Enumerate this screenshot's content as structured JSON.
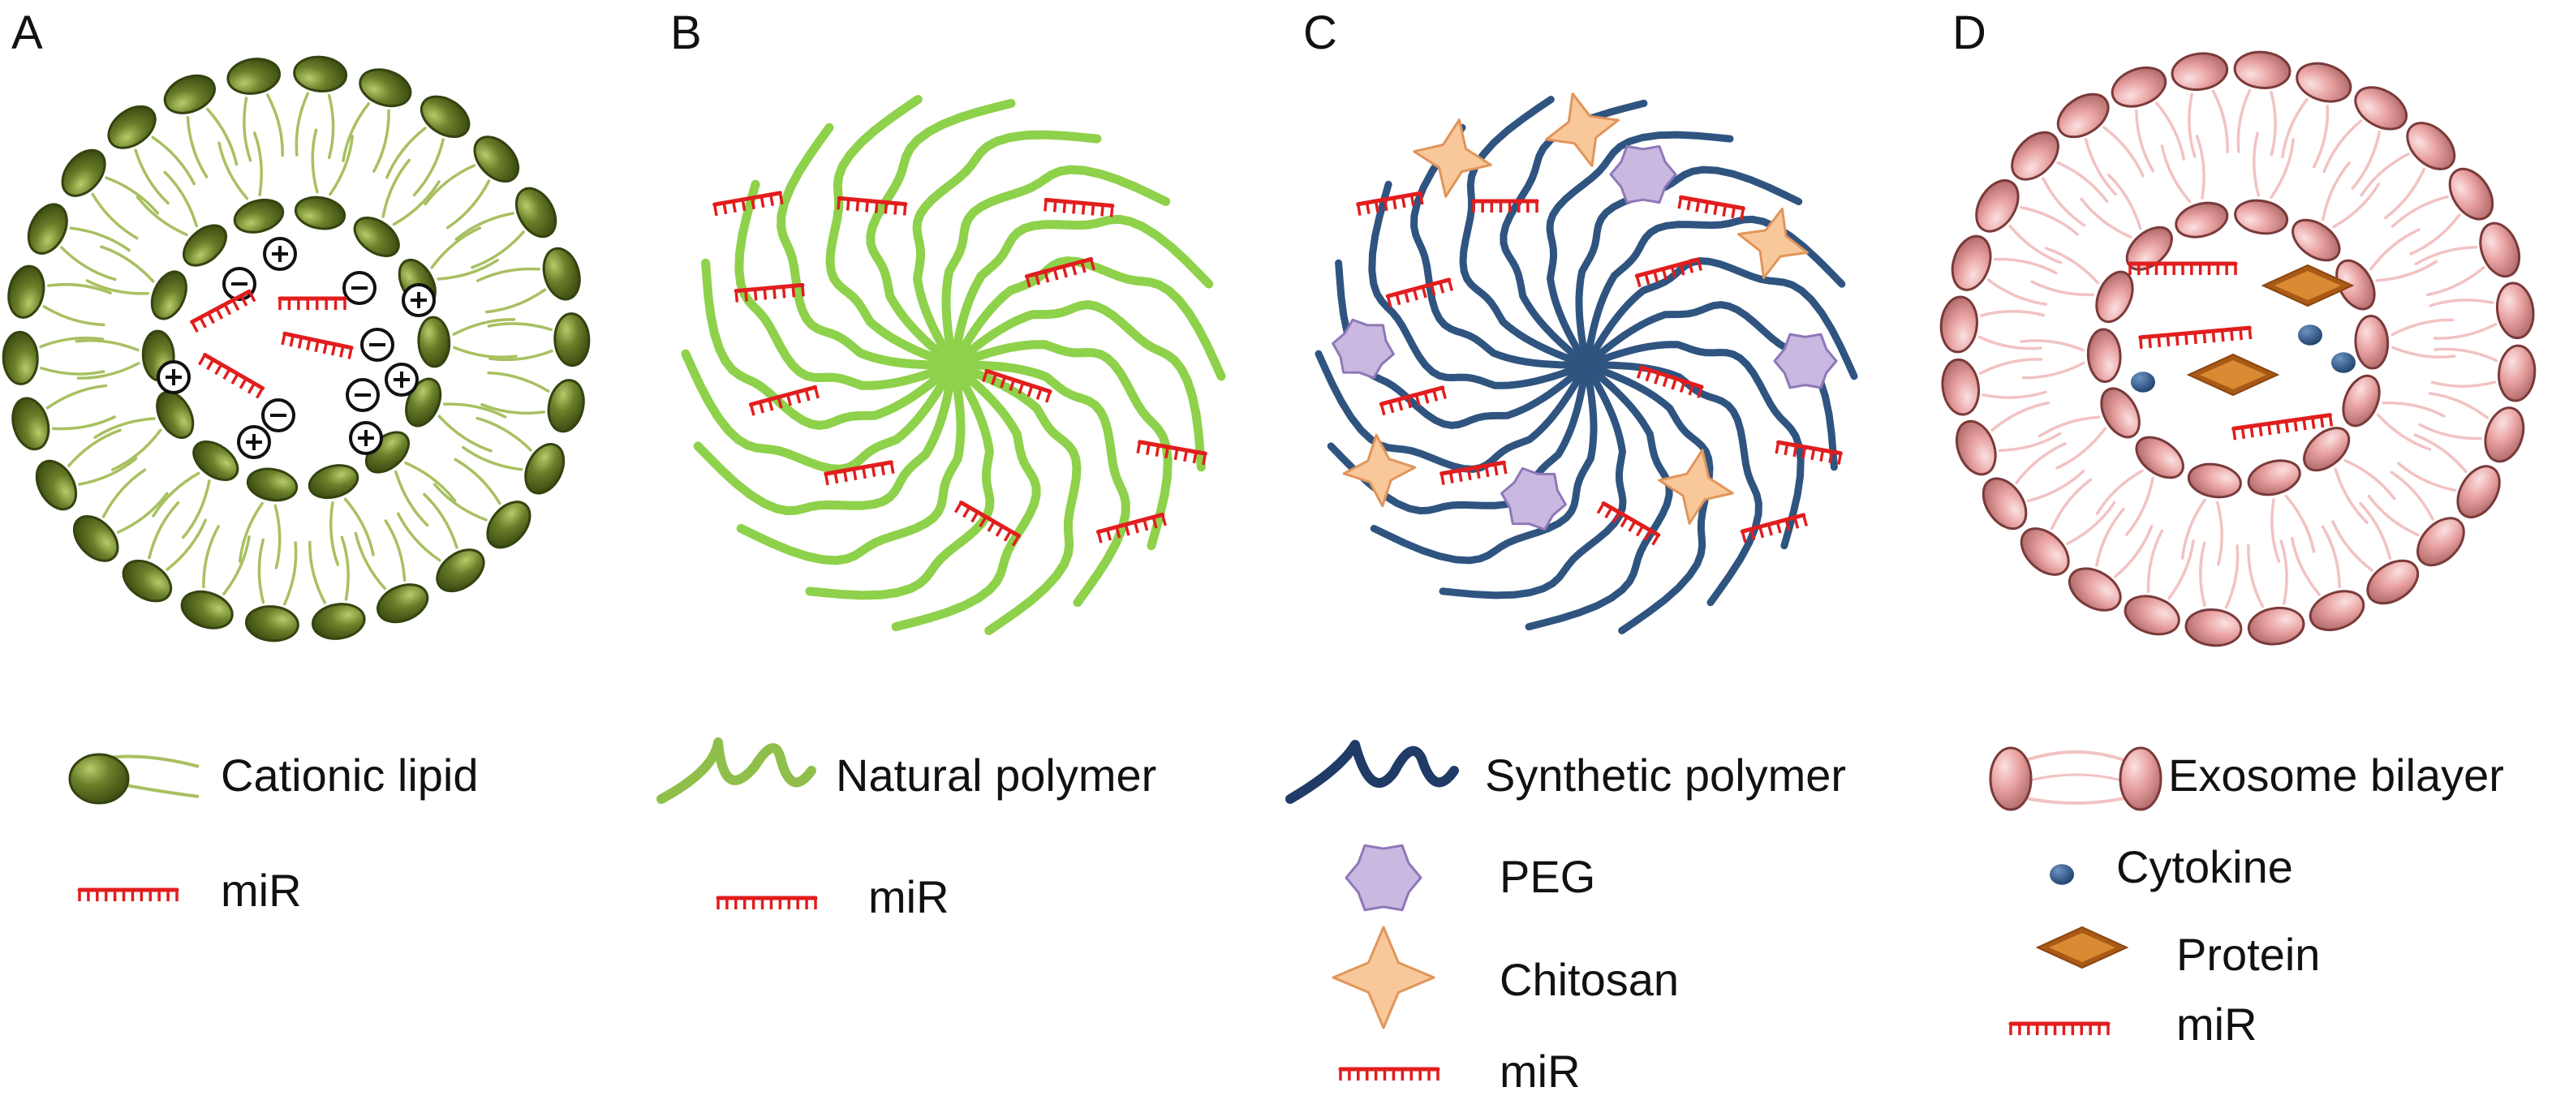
{
  "panels": [
    {
      "letter": "A",
      "legend": [
        {
          "icon": "cationic-lipid-icon",
          "label": "Cationic lipid"
        },
        {
          "icon": "mir-icon",
          "label": "miR"
        }
      ]
    },
    {
      "letter": "B",
      "legend": [
        {
          "icon": "natural-polymer-icon",
          "label": "Natural polymer"
        },
        {
          "icon": "mir-icon",
          "label": "miR"
        }
      ]
    },
    {
      "letter": "C",
      "legend": [
        {
          "icon": "synthetic-polymer-icon",
          "label": "Synthetic polymer"
        },
        {
          "icon": "peg-icon",
          "label": "PEG"
        },
        {
          "icon": "chitosan-icon",
          "label": "Chitosan"
        },
        {
          "icon": "mir-icon",
          "label": "miR"
        }
      ]
    },
    {
      "letter": "D",
      "legend": [
        {
          "icon": "exosome-bilayer-icon",
          "label": "Exosome bilayer"
        },
        {
          "icon": "cytokine-icon",
          "label": "Cytokine"
        },
        {
          "icon": "protein-icon",
          "label": "Protein"
        },
        {
          "icon": "mir-icon",
          "label": "miR"
        }
      ]
    }
  ],
  "charges": {
    "positive": "+",
    "negative": "-"
  },
  "colors": {
    "lipid_head": "#6b7f2a",
    "lipid_head_dark": "#3f4f12",
    "lipid_tail": "#a8c060",
    "natural_polymer": "#8ed14a",
    "synthetic_polymer": "#2f5480",
    "peg": "#c9b8e0",
    "chitosan": "#f8c89a",
    "exosome_head": "#eaa2a2",
    "exosome_tail": "#f2c2c2",
    "cytokine": "#2f5b8f",
    "protein": "#d98a32",
    "mir": "#e21d1d"
  }
}
